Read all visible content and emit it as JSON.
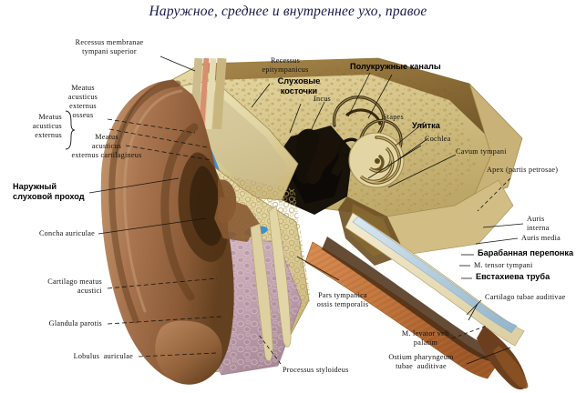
{
  "title": "Наружное, среднее и внутреннее ухо, правое",
  "palette": {
    "background": "#ffffff",
    "title_color": "#15184a",
    "label_color": "#101010",
    "leader_line": "#15150f",
    "skin_auricle": "#a97550",
    "skin_shadow": "#6e4424",
    "bone_spongy": "#e4d9a6",
    "bone_petrous": "#d9c98f",
    "bone_dense": "#8a6a33",
    "cartilage": "#efe6c2",
    "parotid_gland": "#c9aab4",
    "vessel_blue": "#3f8ed0",
    "muscle_orange": "#c8763f",
    "ossicle_dark": "#120d06",
    "tube_lumen": "#c3d7e4"
  },
  "labels": {
    "recessus_membranae": "Recessus membranae\ntympani superior",
    "meatus_osseus": "Meatus\nacusticus\nexternus\nosseus",
    "meatus_externus": "Meatus\nacusticus\nexternus",
    "meatus_cartilagineus": "Meatus\nacusticus\nexternus cartilagineus",
    "naruzhny_prohod": "Наружный\nслуховой проход",
    "concha_auriculae": "Concha auriculae",
    "cartilago_meatus": "Cartilago meatus\nacustici",
    "glandula_parotis": "Glandula parotis",
    "lobulus_auriculae": "Lobulus  auriculae",
    "recessus_epitympanicus": "Recessus\nepitympanicus",
    "sluhovye_kostochki": "Слуховые\nкосточки",
    "incus": "Incus",
    "polukruzhnye_kanaly": "Полукружные каналы",
    "stapes": "Stapes",
    "ulitka": "Улитка",
    "cochlea": "Cochlea",
    "cavum_tympani": "Cavum tympani",
    "apex_partis_petrosae": "Apex (partis petrosae)",
    "auris_interna": "Auris\ninterna",
    "auris_media": "Auris media",
    "barabannaya_pereponka": "Барабанная перепонка",
    "m_tensor_tympani": "M. tensor tympani",
    "evstahieva_truba": "Евстахиева труба",
    "cartilago_tubae": "Cartilago tubae auditivae",
    "pars_tympanica": "Pars tympanica\nossis temporalis",
    "processus_styloideus": "Processus styloideus",
    "m_levator_veli": "M. levator veli\npalatim",
    "ostium_pharyngeum": "Ostium pharyngeum\ntubae  auditivae"
  }
}
